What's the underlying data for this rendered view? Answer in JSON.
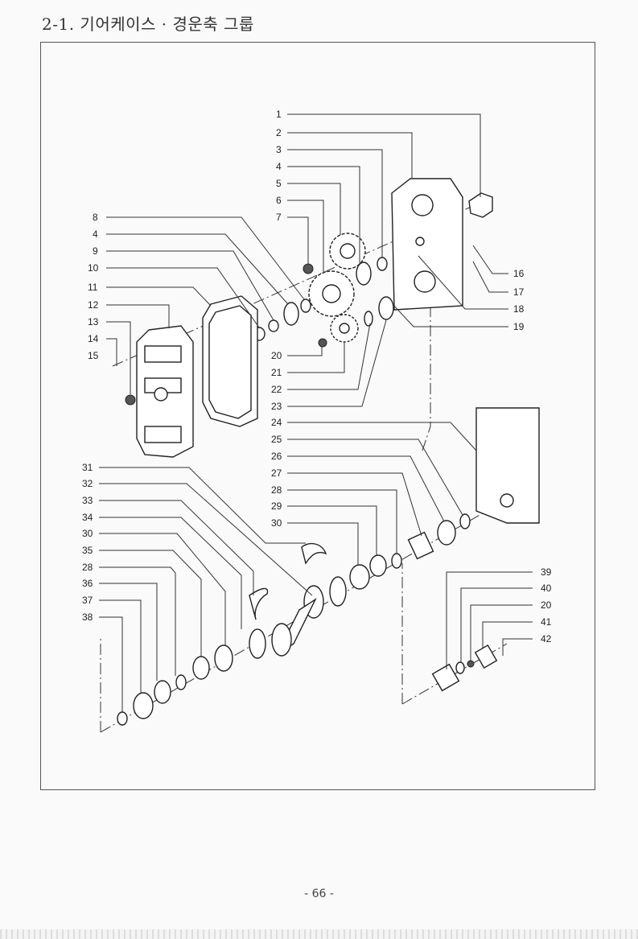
{
  "title": "2-1. 기어케이스 · 경운축 그룹",
  "page_number": "- 66 -",
  "labels": {
    "center_top": [
      "1",
      "2",
      "3",
      "4",
      "5",
      "6",
      "7"
    ],
    "left_top": [
      "8",
      "4",
      "9",
      "10",
      "11",
      "12",
      "13",
      "14",
      "15"
    ],
    "right_top": [
      "16",
      "17",
      "18",
      "19"
    ],
    "center_mid": [
      "20",
      "21",
      "22",
      "23",
      "24",
      "25",
      "26",
      "27",
      "28",
      "29",
      "30"
    ],
    "left_bottom": [
      "31",
      "32",
      "33",
      "34",
      "30",
      "35",
      "28",
      "36",
      "37",
      "38"
    ],
    "right_bottom": [
      "39",
      "40",
      "20",
      "41",
      "42"
    ]
  }
}
